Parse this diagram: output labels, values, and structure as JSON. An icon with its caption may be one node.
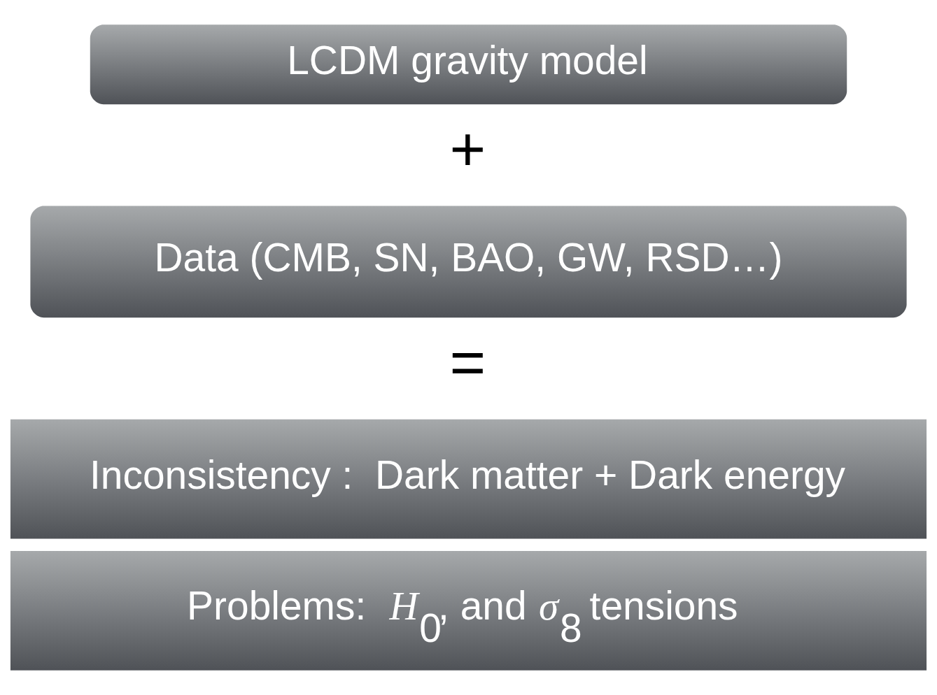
{
  "diagram": {
    "nodes": [
      {
        "text": [
          "LCDM gravity model"
        ]
      },
      {
        "text": [
          "Data (CMB, SN, BAO, GW, RSD…)"
        ]
      },
      {
        "text": [
          "Inconsistency :  Dark matter + Dark energy"
        ]
      },
      {
        "text": [
          "Problems:  *H*$_{0}$, and *σ*$_{8}$  tensions"
        ]
      }
    ],
    "edges": [],
    "labels": [
      "+",
      "="
    ]
  }
}
